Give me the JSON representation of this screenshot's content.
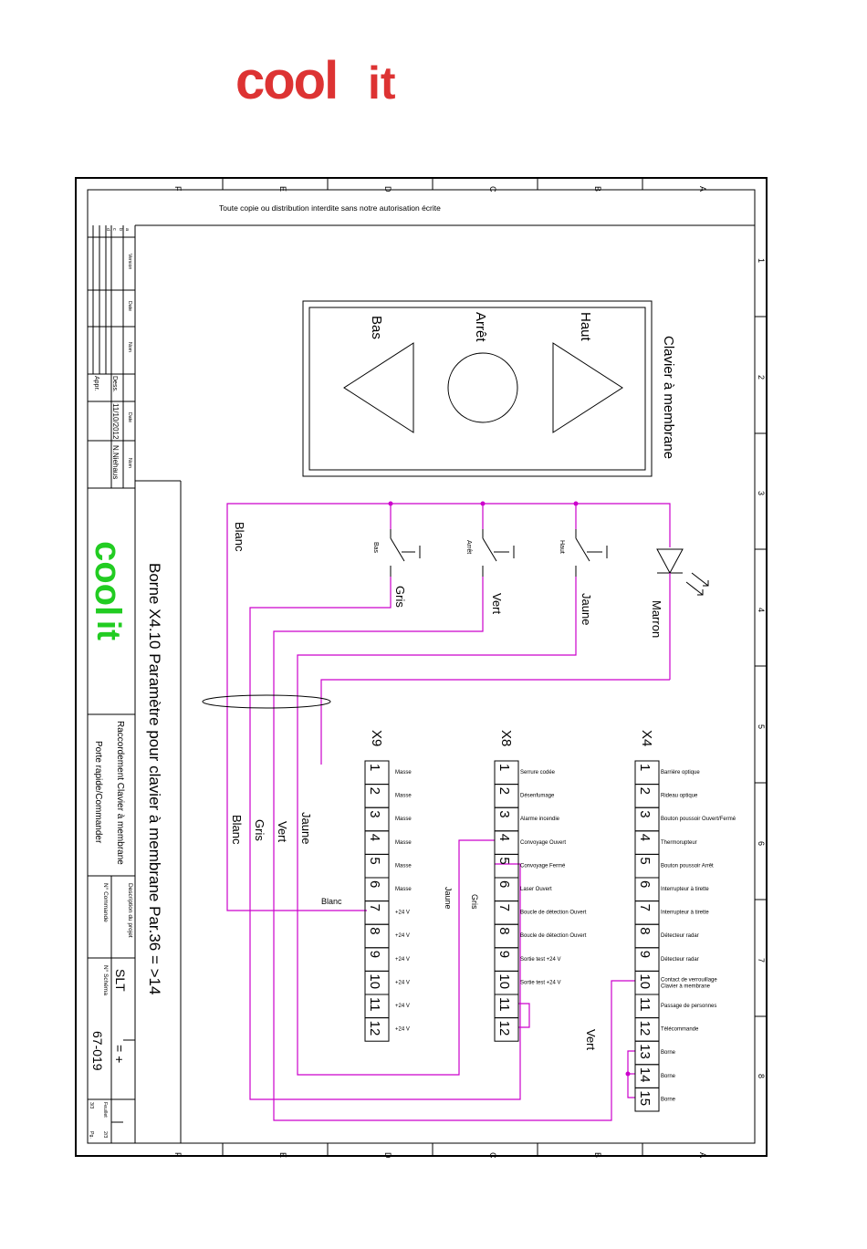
{
  "logo": {
    "text_a": "cool",
    "text_b": "it",
    "color": "#dd3333",
    "side_color": "#22cc22"
  },
  "colors": {
    "wire": "#cc00cc",
    "line": "#000000"
  },
  "header_notice": "Toute copie ou distribution interdite sans notre autorisation écrite",
  "border": {
    "col_letters": [
      "F",
      "E",
      "D",
      "C",
      "B",
      "A"
    ],
    "row_numbers": [
      "1",
      "2",
      "3",
      "4",
      "5",
      "6",
      "7",
      "8"
    ]
  },
  "title_block": {
    "version_rows": [
      "a",
      "b",
      "c",
      "d"
    ],
    "headers": [
      "Version",
      "Date",
      "Nom"
    ],
    "dess_label": "Dess.",
    "appr_label": "Appr.",
    "date_header": "Date",
    "nom_header": "Nom",
    "dess_date": "11/10/2012",
    "dess_name": "N.Niehaus",
    "logo_a": "cool",
    "logo_b": "it",
    "project_title": "Raccordement Clavier à membrane",
    "project_subtitle": "Porte rapide/Commander",
    "desc_label": "Description du projet",
    "order_label": "N° Commande",
    "product": "SLT",
    "schema_label": "N° Schéma",
    "schema_no": "67-019",
    "rev_marks": "= +",
    "sheet_label": "Feuillet",
    "sheet_no": "2/3",
    "sheet_total": "3/3",
    "page_abbr": "Pg."
  },
  "keypad": {
    "title": "Clavier à membrane",
    "buttons": [
      "Haut",
      "Arrêt",
      "Bas"
    ]
  },
  "main_title": "Borne X4.10  Paramètre pour clavier à membrane  Par.36 = >14",
  "switches": [
    {
      "label": "Haut",
      "wire": "Jaune"
    },
    {
      "label": "Arrêt",
      "wire": "Vert"
    },
    {
      "label": "Bas",
      "wire": "Gris"
    }
  ],
  "led_wire": "Marron",
  "wire_labels": {
    "blanc_top": "Blanc",
    "jaune": "Jaune",
    "vert": "Vert",
    "gris": "Gris",
    "blanc": "Blanc",
    "blanc_x9": "Blanc",
    "jaune_x8": "Jaune",
    "gris_x8": "Gris",
    "vert_x4": "Vert"
  },
  "terminals": {
    "X4": {
      "name": "X4",
      "labels": [
        "Barrière optique",
        "Rideau optique",
        "Bouton poussoir Ouvert/Fermé",
        "Thermorupteur",
        "Bouton poussoir Arrêt",
        "Interrupteur à tirette",
        "Interrupteur à tirette",
        "Détecteur radar",
        "Détecteur radar",
        "Contact de verrouillage Clavier à membrane",
        "Passage de personnes",
        "Télécommande",
        "Borne",
        "Borne",
        "Borne"
      ]
    },
    "X8": {
      "name": "X8",
      "labels": [
        "Serrure codée",
        "Désenfumage",
        "Alarme incendie",
        "Convoyage Ouvert",
        "Convoyage Fermé",
        "Laser Ouvert",
        "Boucle de détection Ouvert",
        "Boucle de détection Ouvert",
        "Sortie test +24 V",
        "Sortie test +24 V",
        "",
        ""
      ]
    },
    "X9": {
      "name": "X9",
      "labels": [
        "Masse",
        "Masse",
        "Masse",
        "Masse",
        "Masse",
        "Masse",
        "+24 V",
        "+24 V",
        "+24 V",
        "+24 V",
        "+24 V",
        "+24 V"
      ]
    }
  }
}
